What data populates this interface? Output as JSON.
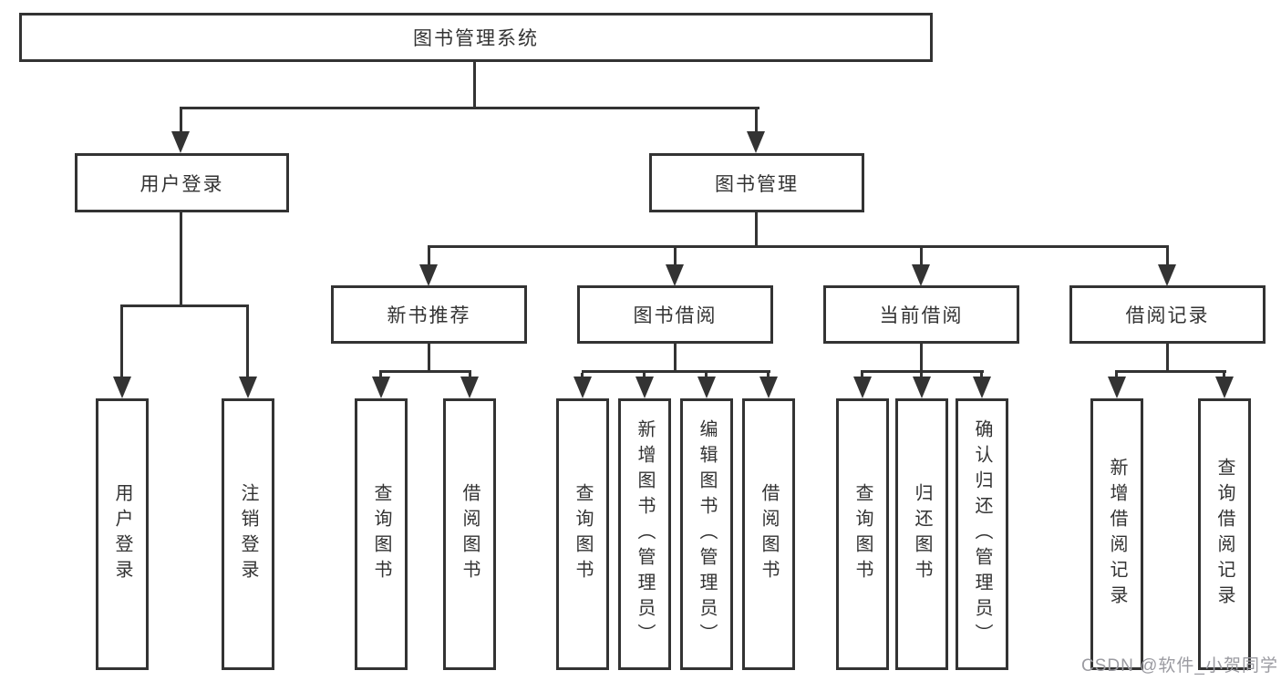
{
  "tree": {
    "root": {
      "label": "图书管理系统"
    },
    "user_login": {
      "label": "用户登录",
      "children": [
        {
          "label": "用户登录"
        },
        {
          "label": "注销登录"
        }
      ]
    },
    "book_management": {
      "label": "图书管理",
      "sections": [
        {
          "label": "新书推荐",
          "children": [
            {
              "label": "查询图书"
            },
            {
              "label": "借阅图书"
            }
          ]
        },
        {
          "label": "图书借阅",
          "children": [
            {
              "label": "查询图书"
            },
            {
              "label": "新增图书（管理员）"
            },
            {
              "label": "编辑图书（管理员）"
            },
            {
              "label": "借阅图书"
            }
          ]
        },
        {
          "label": "当前借阅",
          "children": [
            {
              "label": "查询图书"
            },
            {
              "label": "归还图书"
            },
            {
              "label": "确认归还（管理员）"
            }
          ]
        },
        {
          "label": "借阅记录",
          "children": [
            {
              "label": "新增借阅记录"
            },
            {
              "label": "查询借阅记录"
            }
          ]
        }
      ]
    }
  },
  "watermark": {
    "text": "CSDN @软件_小贺同学",
    "color": "#9b9ba1"
  },
  "colors": {
    "line": "#333333",
    "box_border": "#333333",
    "text": "#333333",
    "background": "#ffffff"
  }
}
